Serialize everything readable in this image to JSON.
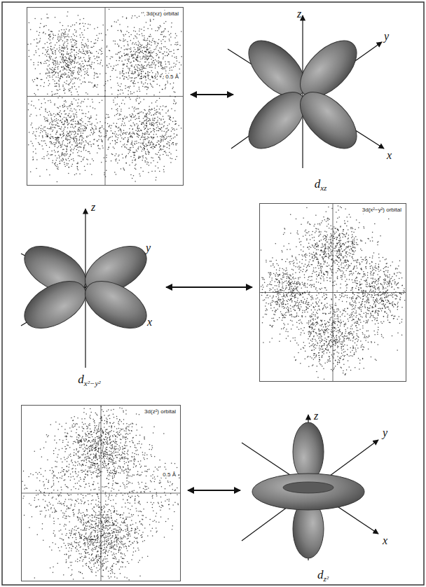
{
  "diagram": {
    "nodes": [
      {
        "text": [
          "3d(xz) orbital",
          "0.5 Å"
        ]
      },
      {
        "text": [
          "dxz"
        ]
      },
      {
        "text": [
          "dx²−y²"
        ]
      },
      {
        "text": [
          "3d(x²−y²) orbital"
        ]
      },
      {
        "text": [
          "3d(z²) orbital",
          "0.5 Å"
        ]
      },
      {
        "text": [
          "dz²"
        ]
      }
    ],
    "edges": [
      {
        "from": 0,
        "to": 1,
        "arrow": "both"
      },
      {
        "from": 2,
        "to": 3,
        "arrow": "both"
      },
      {
        "from": 4,
        "to": 5,
        "arrow": "both"
      }
    ],
    "labels": [
      "z",
      "y",
      "x",
      "z",
      "y",
      "x",
      "z",
      "y",
      "x"
    ]
  }
}
